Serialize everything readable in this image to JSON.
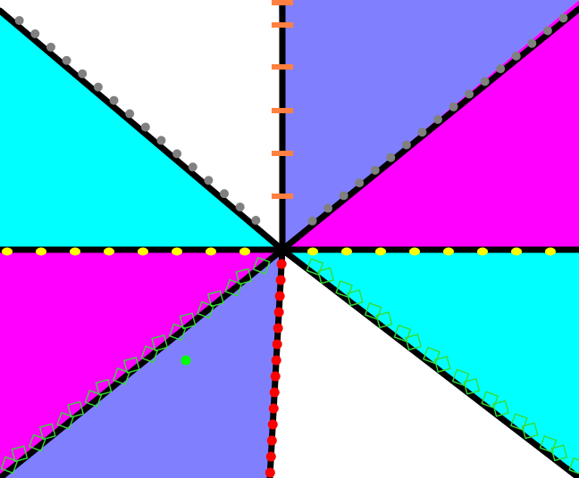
{
  "colors": {
    "cyan": "#00ffff",
    "periwinkle": "#8080ff",
    "magenta": "#ff00ff",
    "white": "#ffffff",
    "line": "#000000",
    "yellow_marker": "#ffff00",
    "orange_marker": "#ff8040",
    "gray_marker": "#808080",
    "red_marker": "#ff0000",
    "green_marker": "#00ff00",
    "green_outline": "#33dd33"
  },
  "regions": [
    {
      "name": "top-left-cyan-wedge",
      "color": "cyan"
    },
    {
      "name": "top-white-wedge",
      "color": "white"
    },
    {
      "name": "top-right-periwinkle-wedge",
      "color": "periwinkle"
    },
    {
      "name": "right-magenta-wedge",
      "color": "magenta"
    },
    {
      "name": "bottom-right-cyan-wedge",
      "color": "cyan"
    },
    {
      "name": "bottom-white-wedge",
      "color": "white"
    },
    {
      "name": "bottom-left-periwinkle-wedge",
      "color": "periwinkle"
    },
    {
      "name": "left-magenta-wedge",
      "color": "magenta"
    }
  ],
  "markers": {
    "horizontal_dots": "yellow-dot",
    "upper_vertical_ticks": "orange-dash",
    "lower_vertical_dots": "red-dot",
    "upper_diagonals": "gray-dot",
    "lower_diagonals": "green-outline",
    "player_marker": "green-dot"
  }
}
